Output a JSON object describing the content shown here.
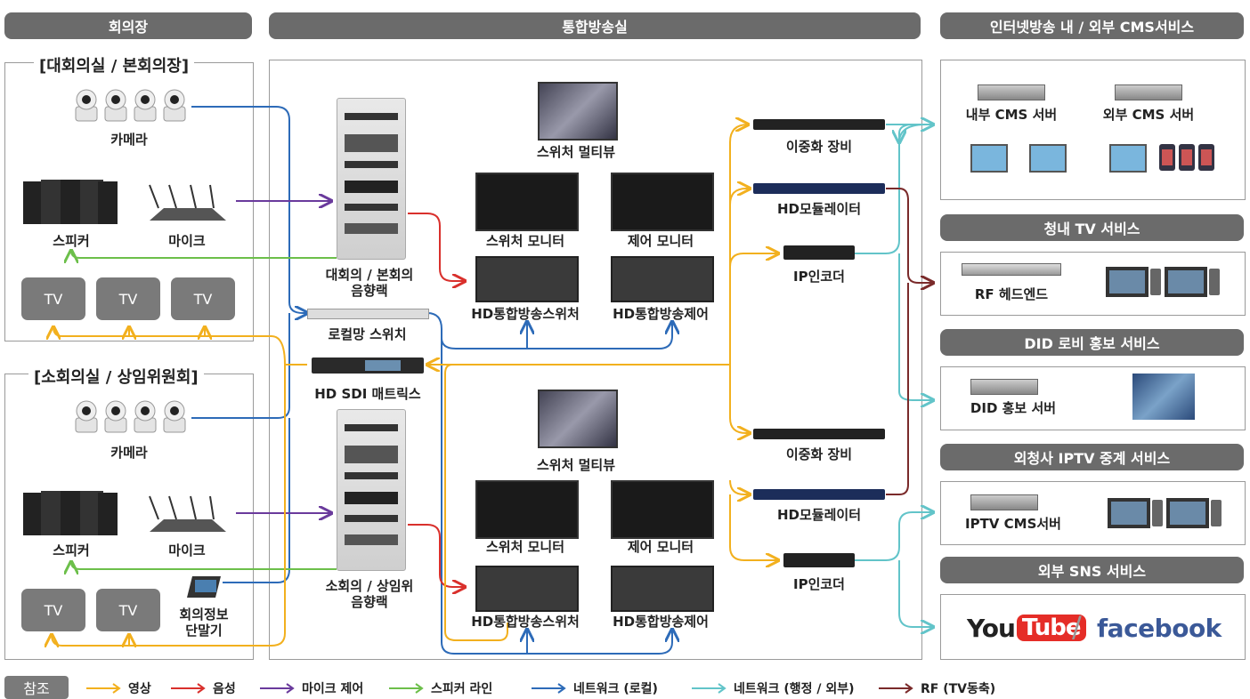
{
  "headers": {
    "conference": "회의장",
    "broadcast": "통합방송실",
    "cms": "인터넷방송 내 / 외부 CMS서비스",
    "tv_service": "청내 TV 서비스",
    "did_service": "DID 로비 홍보 서비스",
    "iptv_service": "외청사 IPTV 중계 서비스",
    "sns_service": "외부 SNS 서비스"
  },
  "rooms": {
    "room1_title": "[대회의실 / 본회의장]",
    "room2_title": "[소회의실 / 상임위원회]"
  },
  "labels": {
    "camera": "카메라",
    "speaker": "스피커",
    "mic": "마이크",
    "tv": "TV",
    "rack1": "대회의 / 본회의\n음향랙",
    "rack2": "소회의 / 상임위\n음향랙",
    "local_switch": "로컬망 스위치",
    "sdi_matrix": "HD SDI 매트릭스",
    "multiview": "스위처 멀티뷰",
    "switcher_monitor": "스위처 모니터",
    "control_monitor": "제어 모니터",
    "hd_switcher": "HD통합방송스위처",
    "hd_control": "HD통합방송제어",
    "redundancy": "이중화 장비",
    "modulator": "HD모듈레이터",
    "ip_encoder": "IP인코더",
    "info_terminal": "회의정보\n단말기",
    "internal_cms": "내부 CMS 서버",
    "external_cms": "외부 CMS 서버",
    "rf_headend": "RF 헤드엔드",
    "did_server": "DID 홍보 서버",
    "iptv_cms": "IPTV CMS서버",
    "youtube_a": "You",
    "youtube_b": "Tube",
    "slash": "/",
    "facebook": "facebook"
  },
  "legend": {
    "title": "참조",
    "items": [
      {
        "label": "영상",
        "color": "#f2b01e"
      },
      {
        "label": "음성",
        "color": "#d9302c"
      },
      {
        "label": "마이크 제어",
        "color": "#6a3a9c"
      },
      {
        "label": "스피커 라인",
        "color": "#6cbf4a"
      },
      {
        "label": "네트워크 (로컬)",
        "color": "#2d6bb8"
      },
      {
        "label": "네트워크 (행정 / 외부)",
        "color": "#62c4c9"
      },
      {
        "label": "RF (TV동축)",
        "color": "#7a2a2a"
      }
    ]
  },
  "colors": {
    "header_bg": "#6b6b6b",
    "facebook": "#3b5998",
    "youtube_red": "#e52d27"
  }
}
